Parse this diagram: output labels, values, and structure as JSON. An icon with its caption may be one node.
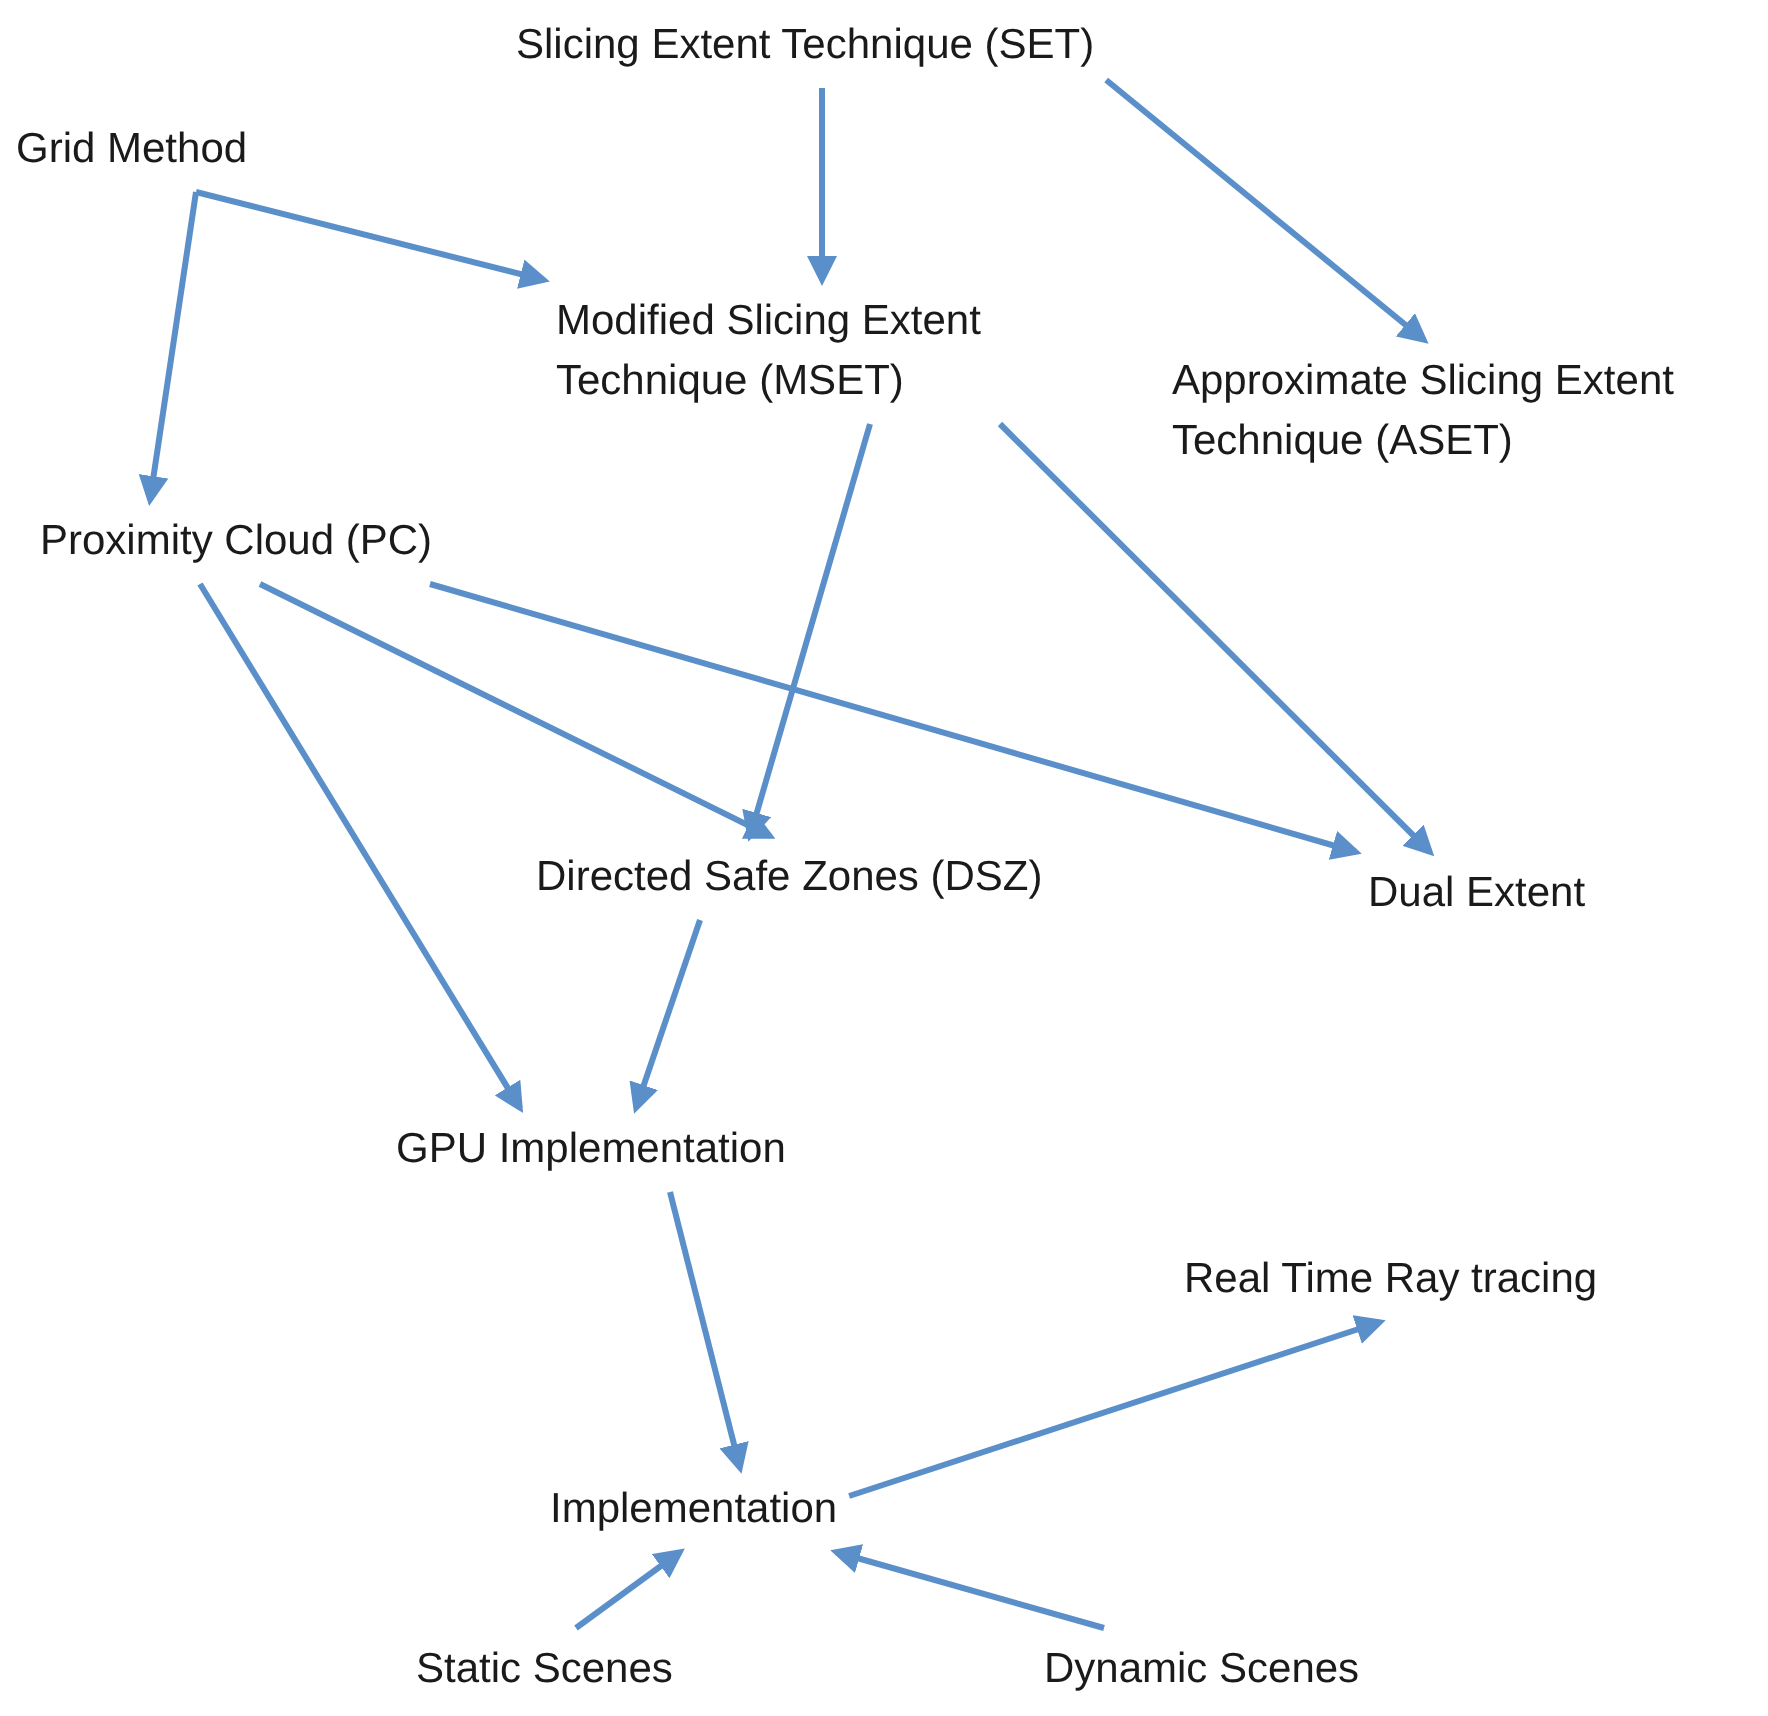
{
  "diagram": {
    "nodes": [
      {
        "text": [
          "Grid Method"
        ]
      },
      {
        "text": [
          "Slicing Extent Technique (SET)"
        ]
      },
      {
        "text": [
          "Modified Slicing Extent Technique (MSET)"
        ]
      },
      {
        "text": [
          "Approximate Slicing Extent Technique (ASET)"
        ]
      },
      {
        "text": [
          "Proximity Cloud (PC)"
        ]
      },
      {
        "text": [
          "Directed Safe Zones (DSZ)"
        ]
      },
      {
        "text": [
          "Dual Extent"
        ]
      },
      {
        "text": [
          "GPU Implementation"
        ]
      },
      {
        "text": [
          "Implementation"
        ]
      },
      {
        "text": [
          "Real Time Ray tracing"
        ]
      },
      {
        "text": [
          "Static Scenes"
        ]
      },
      {
        "text": [
          "Dynamic Scenes"
        ]
      }
    ],
    "edges": [
      {
        "from": 0,
        "to": 2,
        "arrow": "to"
      },
      {
        "from": 0,
        "to": 4,
        "arrow": "to"
      },
      {
        "from": 1,
        "to": 2,
        "arrow": "to"
      },
      {
        "from": 1,
        "to": 3,
        "arrow": "to"
      },
      {
        "from": 2,
        "to": 5,
        "arrow": "to"
      },
      {
        "from": 2,
        "to": 6,
        "arrow": "to"
      },
      {
        "from": 4,
        "to": 5,
        "arrow": "to"
      },
      {
        "from": 4,
        "to": 6,
        "arrow": "to"
      },
      {
        "from": 4,
        "to": 7,
        "arrow": "to"
      },
      {
        "from": 5,
        "to": 7,
        "arrow": "to"
      },
      {
        "from": 7,
        "to": 8,
        "arrow": "to"
      },
      {
        "from": 8,
        "to": 9,
        "arrow": "to"
      },
      {
        "from": 10,
        "to": 8,
        "arrow": "to"
      },
      {
        "from": 11,
        "to": 8,
        "arrow": "to"
      }
    ]
  }
}
